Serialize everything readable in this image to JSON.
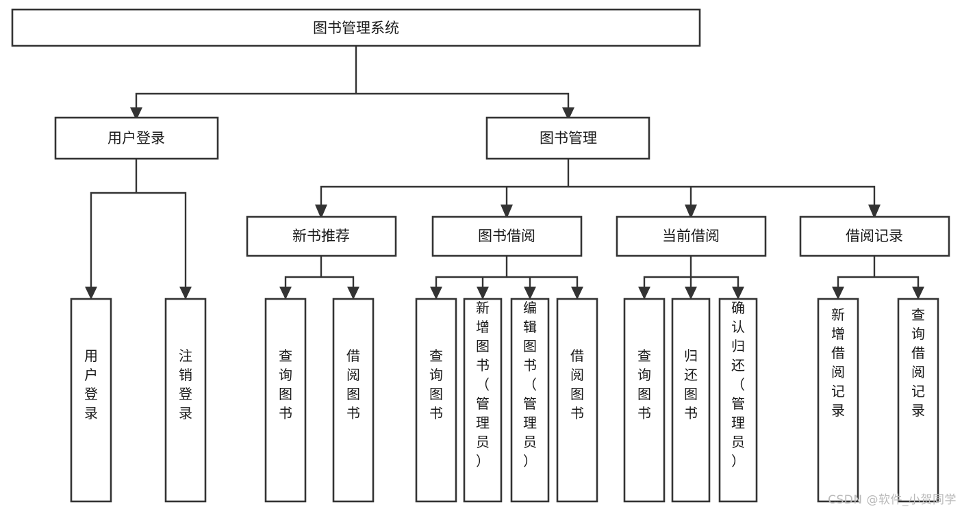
{
  "diagram": {
    "type": "hierarchy-tree",
    "title": "图书管理系统",
    "watermark": "CSDN @软件_小贺同学",
    "colors": {
      "box_stroke": "#333333",
      "box_fill": "#ffffff",
      "connector": "#333333",
      "text": "#1a1a1a",
      "watermark": "#b9b9b9",
      "background": "#ffffff"
    },
    "levels": [
      {
        "level": 0,
        "nodes": [
          {
            "id": "root",
            "label": "图书管理系统",
            "orientation": "horizontal"
          }
        ]
      },
      {
        "level": 1,
        "nodes": [
          {
            "id": "login",
            "label": "用户登录",
            "orientation": "horizontal",
            "parent": "root"
          },
          {
            "id": "bookmgmt",
            "label": "图书管理",
            "orientation": "horizontal",
            "parent": "root"
          }
        ]
      },
      {
        "level": 2,
        "nodes": [
          {
            "id": "newbook",
            "label": "新书推荐",
            "orientation": "horizontal",
            "parent": "bookmgmt"
          },
          {
            "id": "borrow",
            "label": "图书借阅",
            "orientation": "horizontal",
            "parent": "bookmgmt"
          },
          {
            "id": "current",
            "label": "当前借阅",
            "orientation": "horizontal",
            "parent": "bookmgmt"
          },
          {
            "id": "records",
            "label": "借阅记录",
            "orientation": "horizontal",
            "parent": "bookmgmt"
          }
        ]
      },
      {
        "level": 3,
        "nodes": [
          {
            "id": "leaf1",
            "label": "用户登录",
            "orientation": "vertical",
            "parent": "login"
          },
          {
            "id": "leaf2",
            "label": "注销登录",
            "orientation": "vertical",
            "parent": "login"
          },
          {
            "id": "leaf3",
            "label": "查询图书",
            "orientation": "vertical",
            "parent": "newbook"
          },
          {
            "id": "leaf4",
            "label": "借阅图书",
            "orientation": "vertical",
            "parent": "newbook"
          },
          {
            "id": "leaf5",
            "label": "查询图书",
            "orientation": "vertical",
            "parent": "borrow"
          },
          {
            "id": "leaf6",
            "label": "新增图书（管理员）",
            "orientation": "vertical",
            "parent": "borrow"
          },
          {
            "id": "leaf7",
            "label": "编辑图书（管理员）",
            "orientation": "vertical",
            "parent": "borrow"
          },
          {
            "id": "leaf8",
            "label": "借阅图书",
            "orientation": "vertical",
            "parent": "borrow"
          },
          {
            "id": "leaf9",
            "label": "查询图书",
            "orientation": "vertical",
            "parent": "current"
          },
          {
            "id": "leaf10",
            "label": "归还图书",
            "orientation": "vertical",
            "parent": "current"
          },
          {
            "id": "leaf11",
            "label": "确认归还（管理员）",
            "orientation": "vertical",
            "parent": "current"
          },
          {
            "id": "leaf12",
            "label": "新增借阅记录",
            "orientation": "vertical",
            "parent": "records"
          },
          {
            "id": "leaf13",
            "label": "查询借阅记录",
            "orientation": "vertical",
            "parent": "records"
          }
        ]
      }
    ]
  }
}
